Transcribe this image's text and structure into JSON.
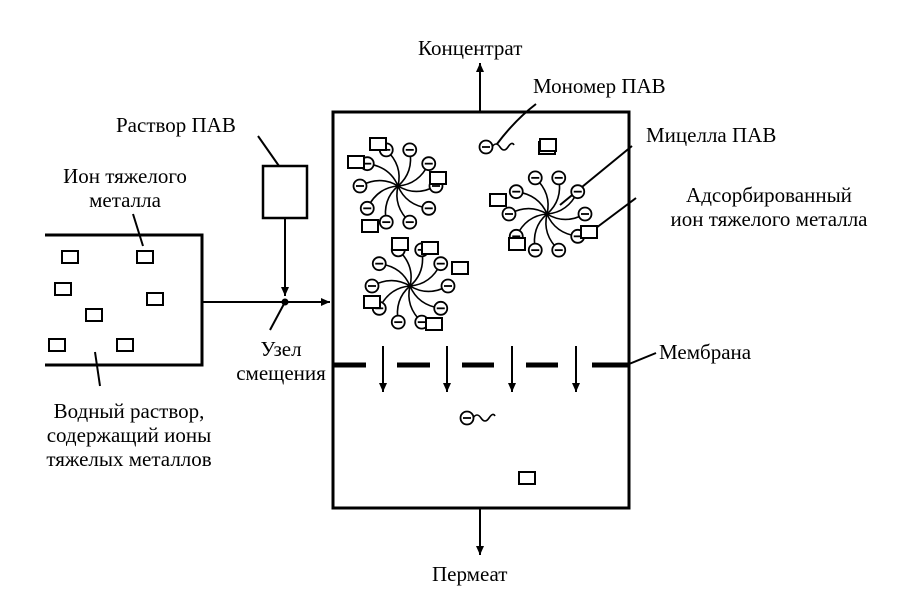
{
  "labels": {
    "concentrate": "Концентрат",
    "surfactant_monomer": "Мономер ПАВ",
    "surfactant_solution": "Раствор ПАВ",
    "surfactant_micelle": "Мицелла ПАВ",
    "heavy_metal_ion_line1": "Ион тяжелого",
    "heavy_metal_ion_line2": "металла",
    "adsorbed_ion_line1": "Адсорбированный",
    "adsorbed_ion_line2": "ион тяжелого металла",
    "mixing_node_line1": "Узел",
    "mixing_node_line2": "смещения",
    "membrane": "Мембрана",
    "feed_line1": "Водный раствор,",
    "feed_line2": "содержащий ионы",
    "feed_line3": "тяжелых металлов",
    "permeate": "Пермеат"
  },
  "colors": {
    "ink": "#000000",
    "paper": "#ffffff"
  }
}
